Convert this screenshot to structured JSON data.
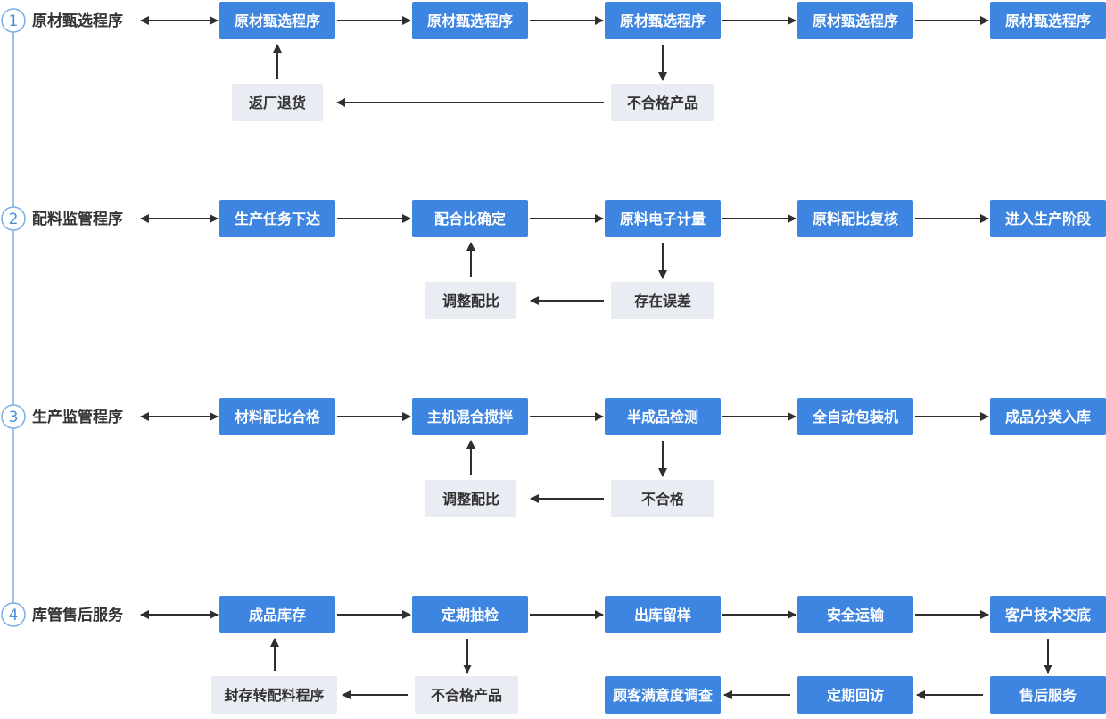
{
  "colors": {
    "primary_box": "#3d85e0",
    "secondary_box": "#e9ecf3",
    "arrow": "#2f2f2f",
    "timeline": "#7aaee6"
  },
  "stages": [
    {
      "number": "1",
      "label": "原材甄选程序",
      "row": [
        "原材甄选程序",
        "原材甄选程序",
        "原材甄选程序",
        "原材甄选程序",
        "原材甄选程序"
      ],
      "feedback": [
        "返厂退货",
        "不合格产品"
      ]
    },
    {
      "number": "2",
      "label": "配料监管程序",
      "row": [
        "生产任务下达",
        "配合比确定",
        "原料电子计量",
        "原料配比复核",
        "进入生产阶段"
      ],
      "feedback": [
        "调整配比",
        "存在误差"
      ]
    },
    {
      "number": "3",
      "label": "生产监管程序",
      "row": [
        "材料配比合格",
        "主机混合搅拌",
        "半成品检测",
        "全自动包装机",
        "成品分类入库"
      ],
      "feedback": [
        "调整配比",
        "不合格"
      ]
    },
    {
      "number": "4",
      "label": "库管售后服务",
      "row": [
        "成品库存",
        "定期抽检",
        "出库留样",
        "安全运输",
        "客户技术交底"
      ],
      "feedback": [
        "封存转配料程序",
        "不合格产品"
      ],
      "service_row": [
        "顾客满意度调查",
        "定期回访",
        "售后服务"
      ]
    }
  ]
}
